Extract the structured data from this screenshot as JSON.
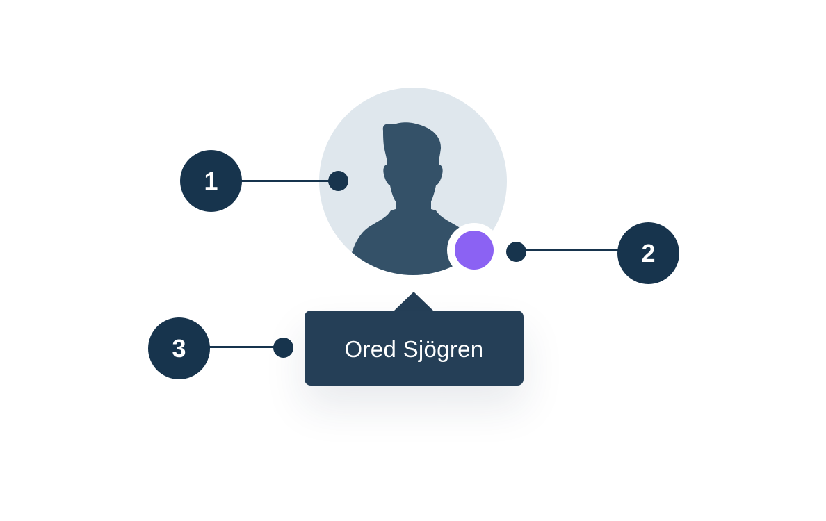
{
  "avatar": {
    "icon": "person-silhouette-icon",
    "background_color": "#dfe7ed",
    "silhouette_color": "#345168"
  },
  "status": {
    "color": "#8b62f3"
  },
  "tooltip": {
    "name": "Ored Sjögren",
    "background_color": "#253f57"
  },
  "callouts": [
    {
      "number": "1"
    },
    {
      "number": "2"
    },
    {
      "number": "3"
    }
  ],
  "marker_color": "#17344d"
}
